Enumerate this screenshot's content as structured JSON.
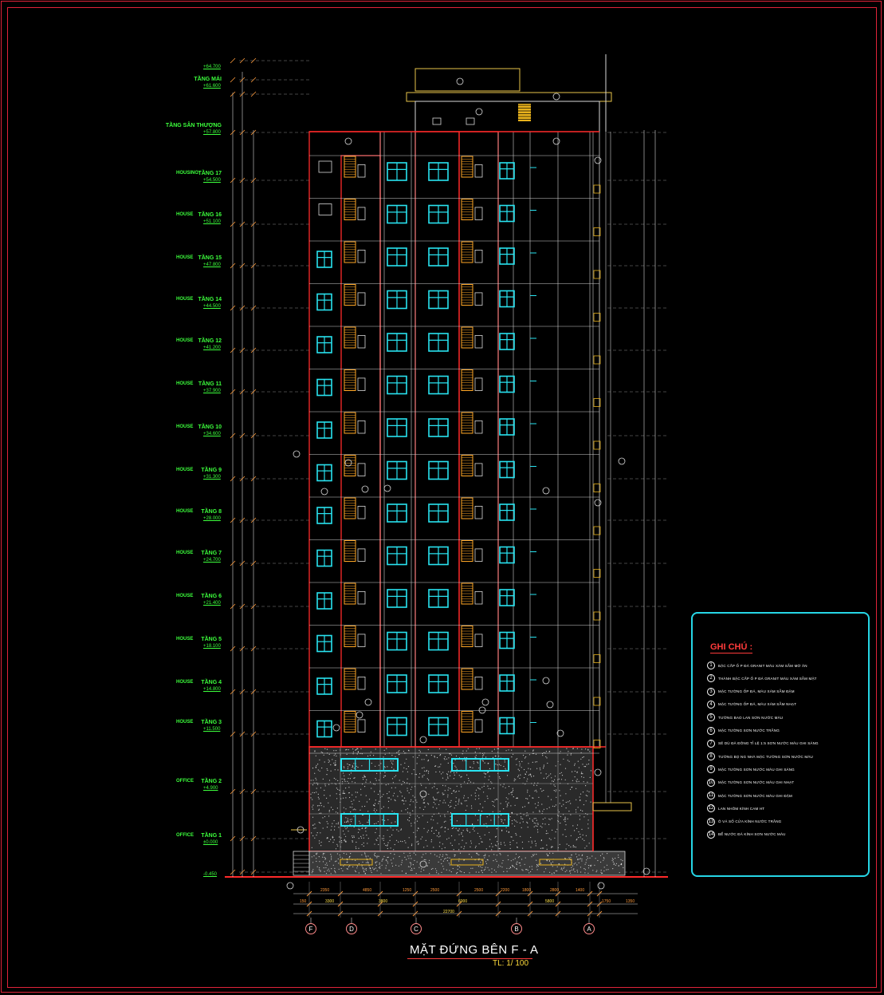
{
  "sheet": {
    "title": "MẶT ĐỨNG BÊN F - A",
    "scale": "TL: 1/ 100"
  },
  "levels": [
    {
      "name": "",
      "elevation": "+64.700"
    },
    {
      "name": "TẦNG MÁI",
      "elevation": "+61.600"
    },
    {
      "name": "TẦNG SÂN THƯỢNG",
      "elevation": "+57.800"
    },
    {
      "name": "TẦNG 17",
      "elevation": "+54.500",
      "use": "HOUSING"
    },
    {
      "name": "TẦNG 16",
      "elevation": "+51.100",
      "use": "HOUSE"
    },
    {
      "name": "TẦNG 15",
      "elevation": "+47.800",
      "use": "HOUSE"
    },
    {
      "name": "TẦNG 14",
      "elevation": "+44.500",
      "use": "HOUSE"
    },
    {
      "name": "TẦNG 12",
      "elevation": "+41.200",
      "use": "HOUSE"
    },
    {
      "name": "TẦNG 11",
      "elevation": "+37.900",
      "use": "HOUSE"
    },
    {
      "name": "TẦNG 10",
      "elevation": "+34.600",
      "use": "HOUSE"
    },
    {
      "name": "TẦNG 9",
      "elevation": "+31.300",
      "use": "HOUSE"
    },
    {
      "name": "TẦNG 8",
      "elevation": "+28.000",
      "use": "HOUSE"
    },
    {
      "name": "TẦNG 7",
      "elevation": "+24.700",
      "use": "HOUSE"
    },
    {
      "name": "TẦNG 6",
      "elevation": "+21.400",
      "use": "HOUSE"
    },
    {
      "name": "TẦNG 5",
      "elevation": "+18.100",
      "use": "HOUSE"
    },
    {
      "name": "TẦNG 4",
      "elevation": "+14.800",
      "use": "HOUSE"
    },
    {
      "name": "TẦNG 3",
      "elevation": "+11.500",
      "use": "HOUSE"
    },
    {
      "name": "TẦNG 2",
      "elevation": "+4.900",
      "use": "OFFICE"
    },
    {
      "name": "TẦNG 1",
      "elevation": "±0.000",
      "use": "OFFICE"
    },
    {
      "name": "",
      "elevation": "-0.450"
    }
  ],
  "grid_axes": [
    "F",
    "D",
    "C",
    "B",
    "A"
  ],
  "dimensions": {
    "segments_row1": [
      "2350",
      "4850",
      "1250",
      "2500",
      "2500",
      "2200",
      "1800",
      "2800",
      "1400"
    ],
    "segments_row2": [
      "3300",
      "3800",
      "6000",
      "5800"
    ],
    "total": "22700",
    "ends": [
      "150",
      "1750",
      "1350"
    ]
  },
  "legend": {
    "title": "GHI CHÚ :",
    "notes": [
      {
        "num": "1",
        "text": "BẬC CẤP Ố P ĐÁ GRANIT MÀU XÁM SẪM MỜ ĂN"
      },
      {
        "num": "2",
        "text": "THÀNH BẬC CẤP Ố P ĐÁ GRANIT MÀU XÁM SẪM MẶT"
      },
      {
        "num": "3",
        "text": "MẶC TƯỜNG ỐP ĐÁ, MÀU XÁM SẪM ĐẬM"
      },
      {
        "num": "4",
        "text": "MẶC TƯỜNG ỐP ĐÁ, MÀU XÁM SẪM NHẠT"
      },
      {
        "num": "5",
        "text": "TƯỜNG BAO LAN SƠN NƯỚC MÀU"
      },
      {
        "num": "6",
        "text": "MẶC TƯỜNG SƠN NƯỚC TRẮNG"
      },
      {
        "num": "7",
        "text": "SẼ DÙ ĐÀ ĐÔNG TỈ LỆ 1:5 SƠN NƯỚC MÀU GHI SÁNG"
      },
      {
        "num": "8",
        "text": "TƯỜNG BỌ NG NHÀ MẶC TƯỜNG SƠN NƯỚC MÀU"
      },
      {
        "num": "9",
        "text": "MẶC TƯỜNG SƠN NƯỚC MÀU GHI SÁNG"
      },
      {
        "num": "10",
        "text": "MẶC TƯỜNG SƠN NƯỚC MÀU GHI NHẠT"
      },
      {
        "num": "11",
        "text": "MẶC TƯỜNG SƠN NƯỚC MÀU GHI ĐẬM"
      },
      {
        "num": "12",
        "text": "LAN NHÔM KÍNH CAM HT"
      },
      {
        "num": "13",
        "text": "Ô VÁ SỐ CỬA KÍNH NƯỚC TRẮNG"
      },
      {
        "num": "14",
        "text": "BỂ NƯỚC ĐÁ KÍNH SƠN NƯỚC MÀU"
      }
    ]
  },
  "colors": {
    "background": "#000000",
    "frame": "#e0233a",
    "level_text": "#3cff3c",
    "window": "#29e3f0",
    "balcony": "#ffa726",
    "outline_red": "#ff2a2a",
    "line_white": "#d8d8d8",
    "dimension": "#ff9a3a",
    "legend_border": "#26d6e6"
  }
}
